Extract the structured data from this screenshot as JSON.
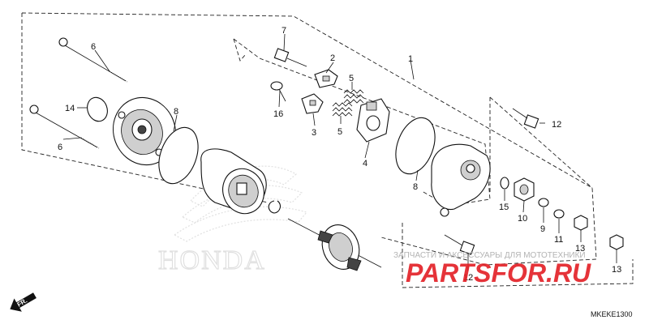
{
  "diagram": {
    "code": "MKEKE1300",
    "direction_label": "FR.",
    "callouts": {
      "c1": "1",
      "c2": "2",
      "c3": "3",
      "c4": "4",
      "c5a": "5",
      "c5b": "5",
      "c6a": "6",
      "c6b": "6",
      "c7": "7",
      "c8a": "8",
      "c8b": "8",
      "c9": "9",
      "c10": "10",
      "c11": "11",
      "c12a": "12",
      "c12b": "12",
      "c13a": "13",
      "c13b": "13",
      "c14": "14",
      "c15": "15",
      "c16": "16"
    }
  },
  "watermark": {
    "subtitle": "ЗАПЧАСТИ И АКСЕССУАРЫ ДЛЯ МОТОТЕХНИКИ",
    "site": "PARTSFOR.RU",
    "brand": "HONDA"
  },
  "colors": {
    "line": "#111111",
    "watermark_red": "#e31e24",
    "watermark_grey": "#b3b3b3"
  }
}
